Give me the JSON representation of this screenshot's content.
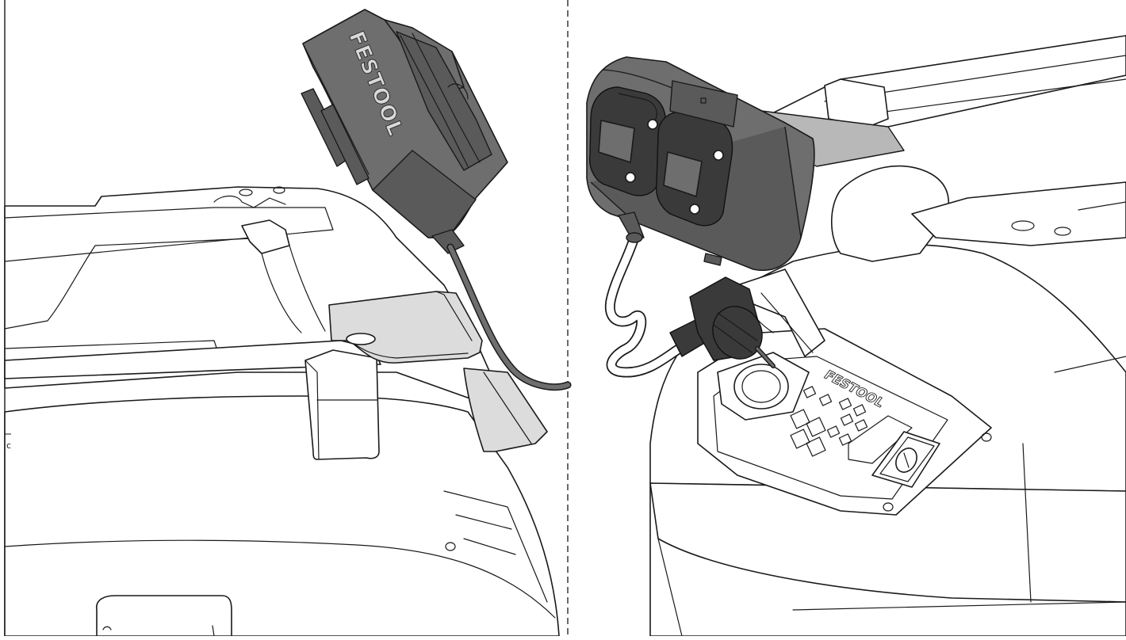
{
  "figure": {
    "panel_left": {
      "brand_text": "FESTOOL",
      "edge_mark": "c"
    },
    "panel_right": {
      "brand_text": "FESTOOL"
    },
    "colors": {
      "line": "#1a1a1a",
      "housing_dark": "#6e6e6e",
      "plug_black": "#3a3a3a",
      "bracket_light": "#dcdcdc",
      "background": "#ffffff"
    },
    "icons": [
      "power-switch-icon",
      "socket-icon",
      "plug-icon"
    ]
  }
}
